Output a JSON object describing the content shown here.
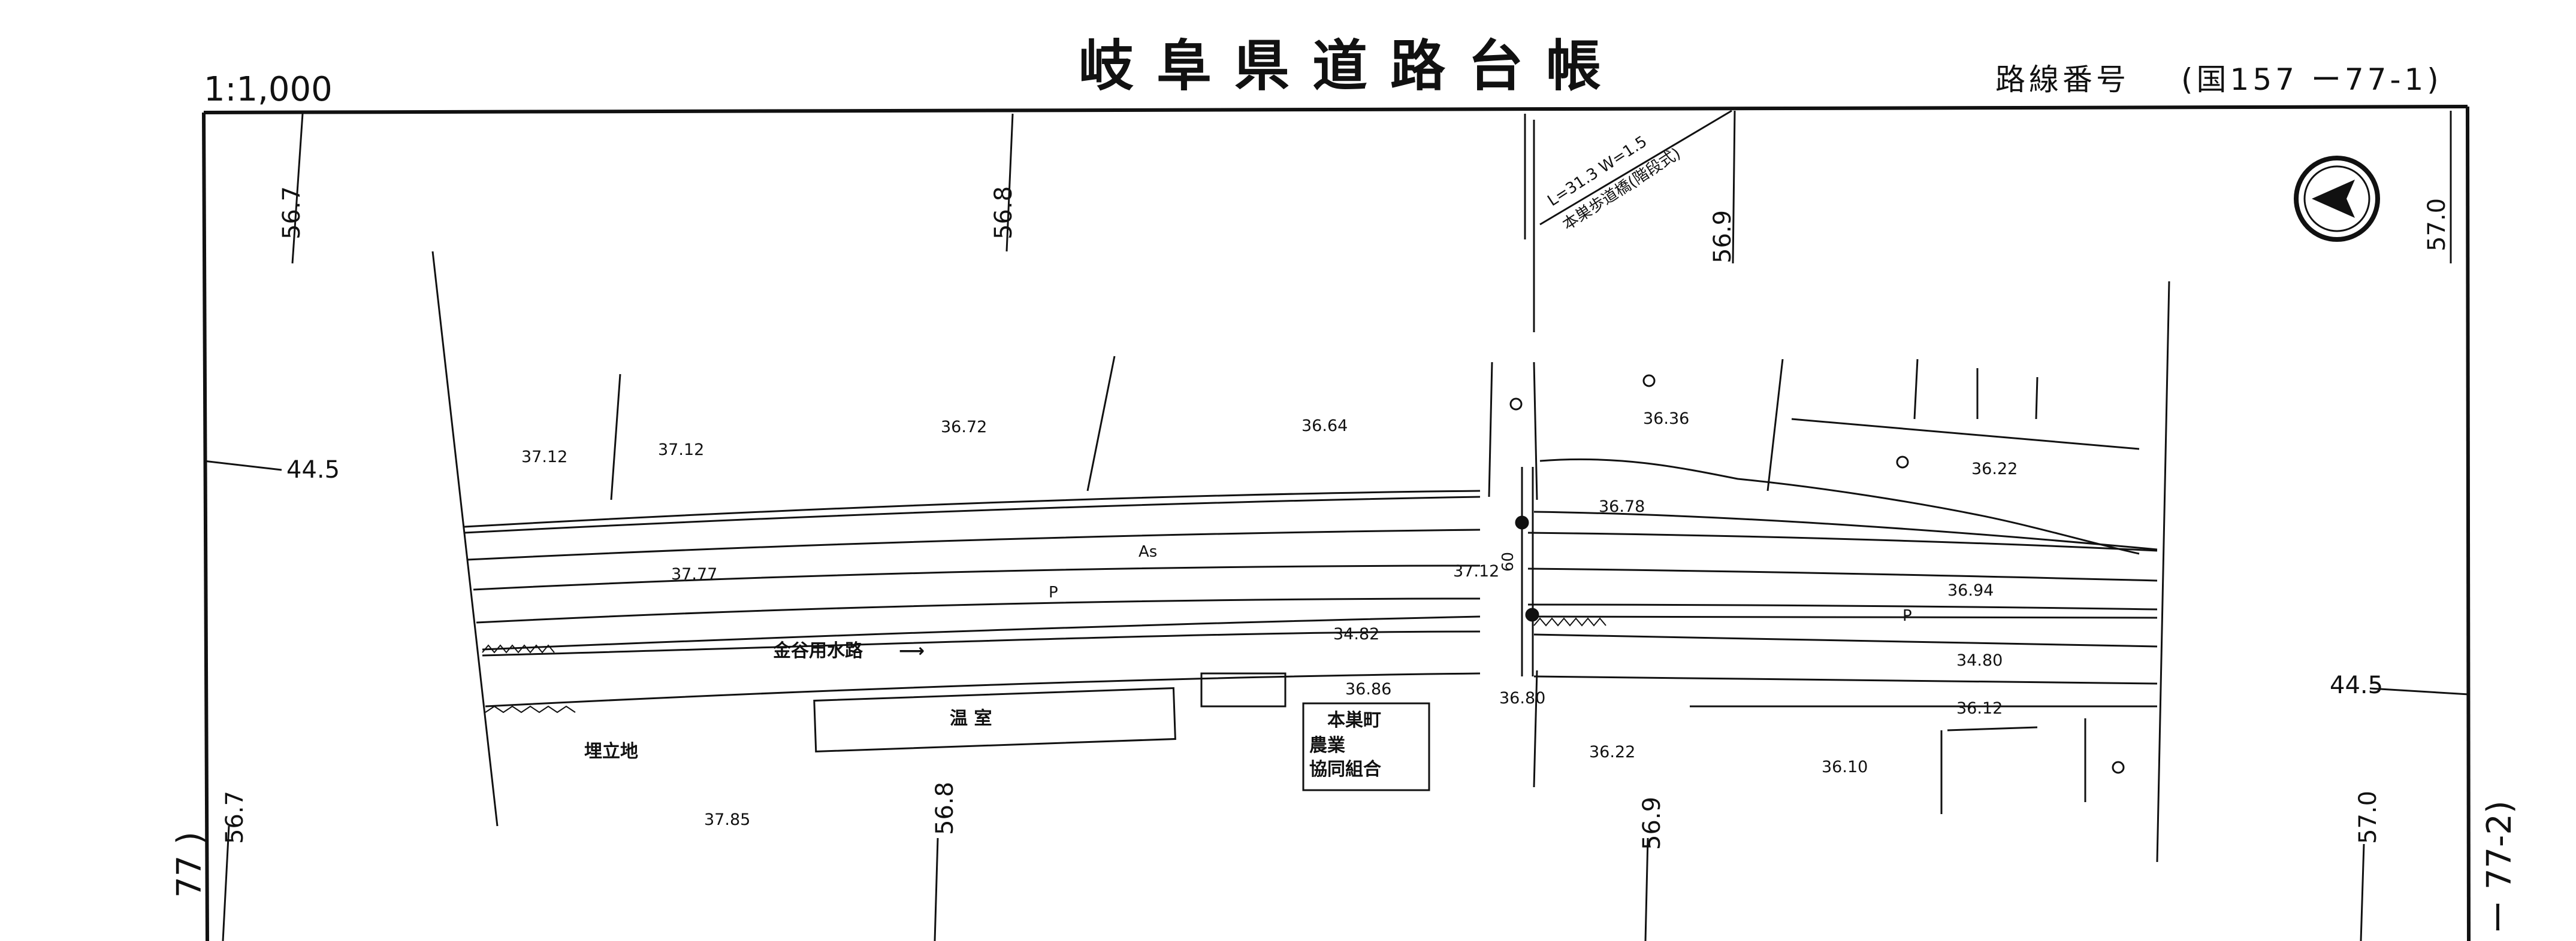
{
  "header": {
    "title": "岐阜県道路台帳",
    "scale": "1:1,000",
    "route_label": "路線番号",
    "route_number": "(国157 ー77-1)"
  },
  "grid": {
    "top_labels": [
      "56.7",
      "56.8",
      "56.9",
      "57.0"
    ],
    "bottom_labels": [
      "56.7",
      "56.8",
      "56.9",
      "57.0"
    ],
    "left_label": "44.5",
    "right_label": "44.5"
  },
  "sheet_refs": {
    "left": "77 )",
    "right": "ー 77-2)"
  },
  "elevations": {
    "e1": "37.12",
    "e2": "37.12",
    "e3": "36.72",
    "e4": "36.64",
    "e5": "36.36",
    "e6": "36.22",
    "e7": "36.78",
    "e8": "37.77",
    "e9": "37.12",
    "e10": "36.94",
    "e11": "34.82",
    "e12": "34.80",
    "e13": "36.86",
    "e14": "36.80",
    "e15": "36.12",
    "e16": "36.22",
    "e17": "36.10",
    "e18": "37.85"
  },
  "labels": {
    "road_surface": "As",
    "parking_left": "P",
    "parking_right": "P",
    "waterway": "金谷用水路",
    "greenhouse": "温 室",
    "landfill": "埋立地",
    "coop_1": "本巣町",
    "coop_2": "農業",
    "coop_3": "協同組合",
    "bridge_dims": "L=31.3 W=1.5",
    "bridge_name": "本巣歩道橋(階段式)",
    "small_dim": "60"
  },
  "colors": {
    "ink": "#111111",
    "paper": "#ffffff"
  }
}
